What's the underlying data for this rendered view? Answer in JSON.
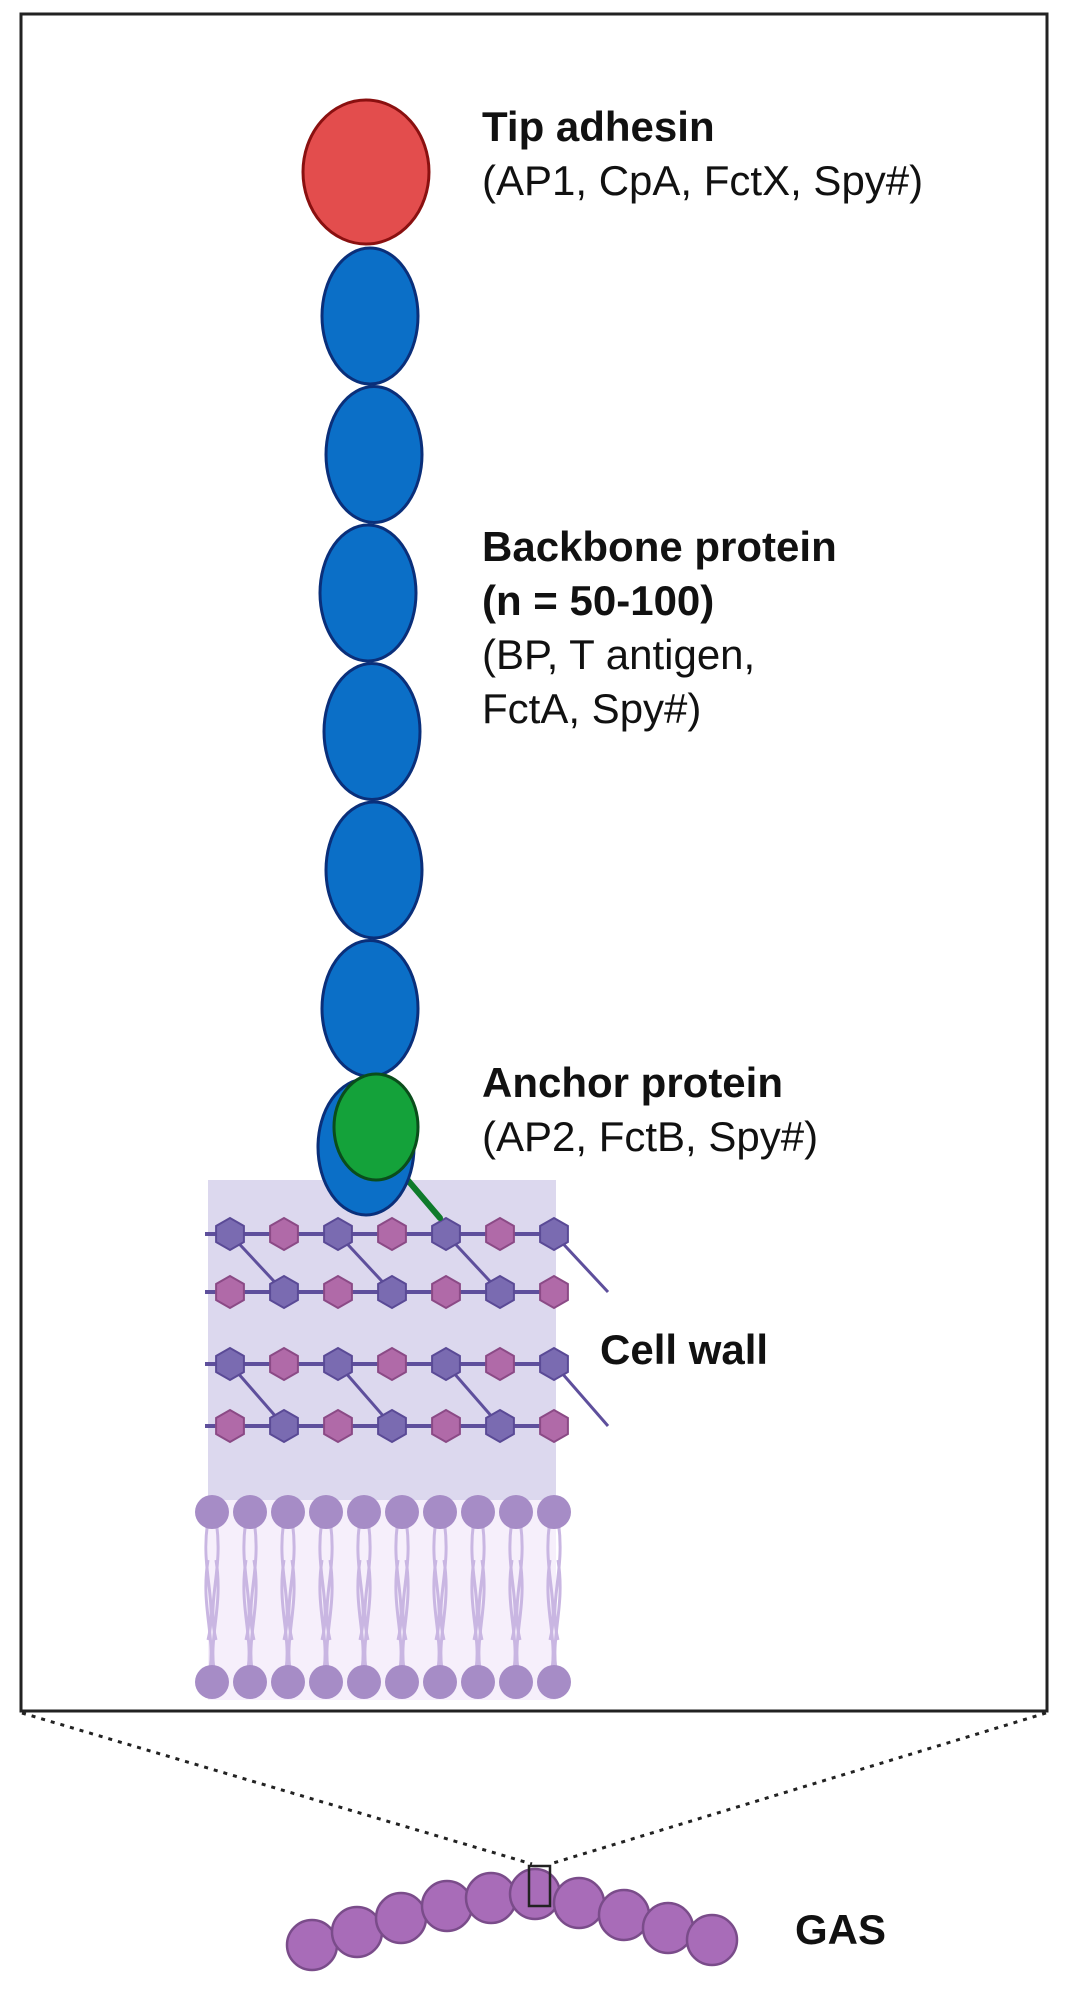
{
  "colors": {
    "tip": "#e34d4d",
    "backbone": "#0b6fc7",
    "anchor": "#14a23a",
    "cellwall_bg": "#dcd8ee",
    "membrane_bg": "#f6effb",
    "hex_dark": "#7a6bb1",
    "hex_pink": "#b06aa8",
    "lipid_head": "#a68cc6",
    "lipid_tail": "#c9b6e2",
    "bacterium": "#a86cb8"
  },
  "labels": {
    "tip": {
      "title": "Tip adhesin",
      "detail": "(AP1, CpA, FctX, Spy#)"
    },
    "backbone": {
      "title1": "Backbone protein",
      "title2": "(n = 50-100)",
      "detail1": "(BP, T antigen,",
      "detail2": "FctA, Spy#)"
    },
    "anchor": {
      "title": "Anchor protein",
      "detail": "(AP2, FctB, Spy#)"
    },
    "cellwall": "Cell wall",
    "organism": "GAS"
  },
  "counts": {
    "backbone_subunits": 7,
    "bacterium_cells": 10
  }
}
